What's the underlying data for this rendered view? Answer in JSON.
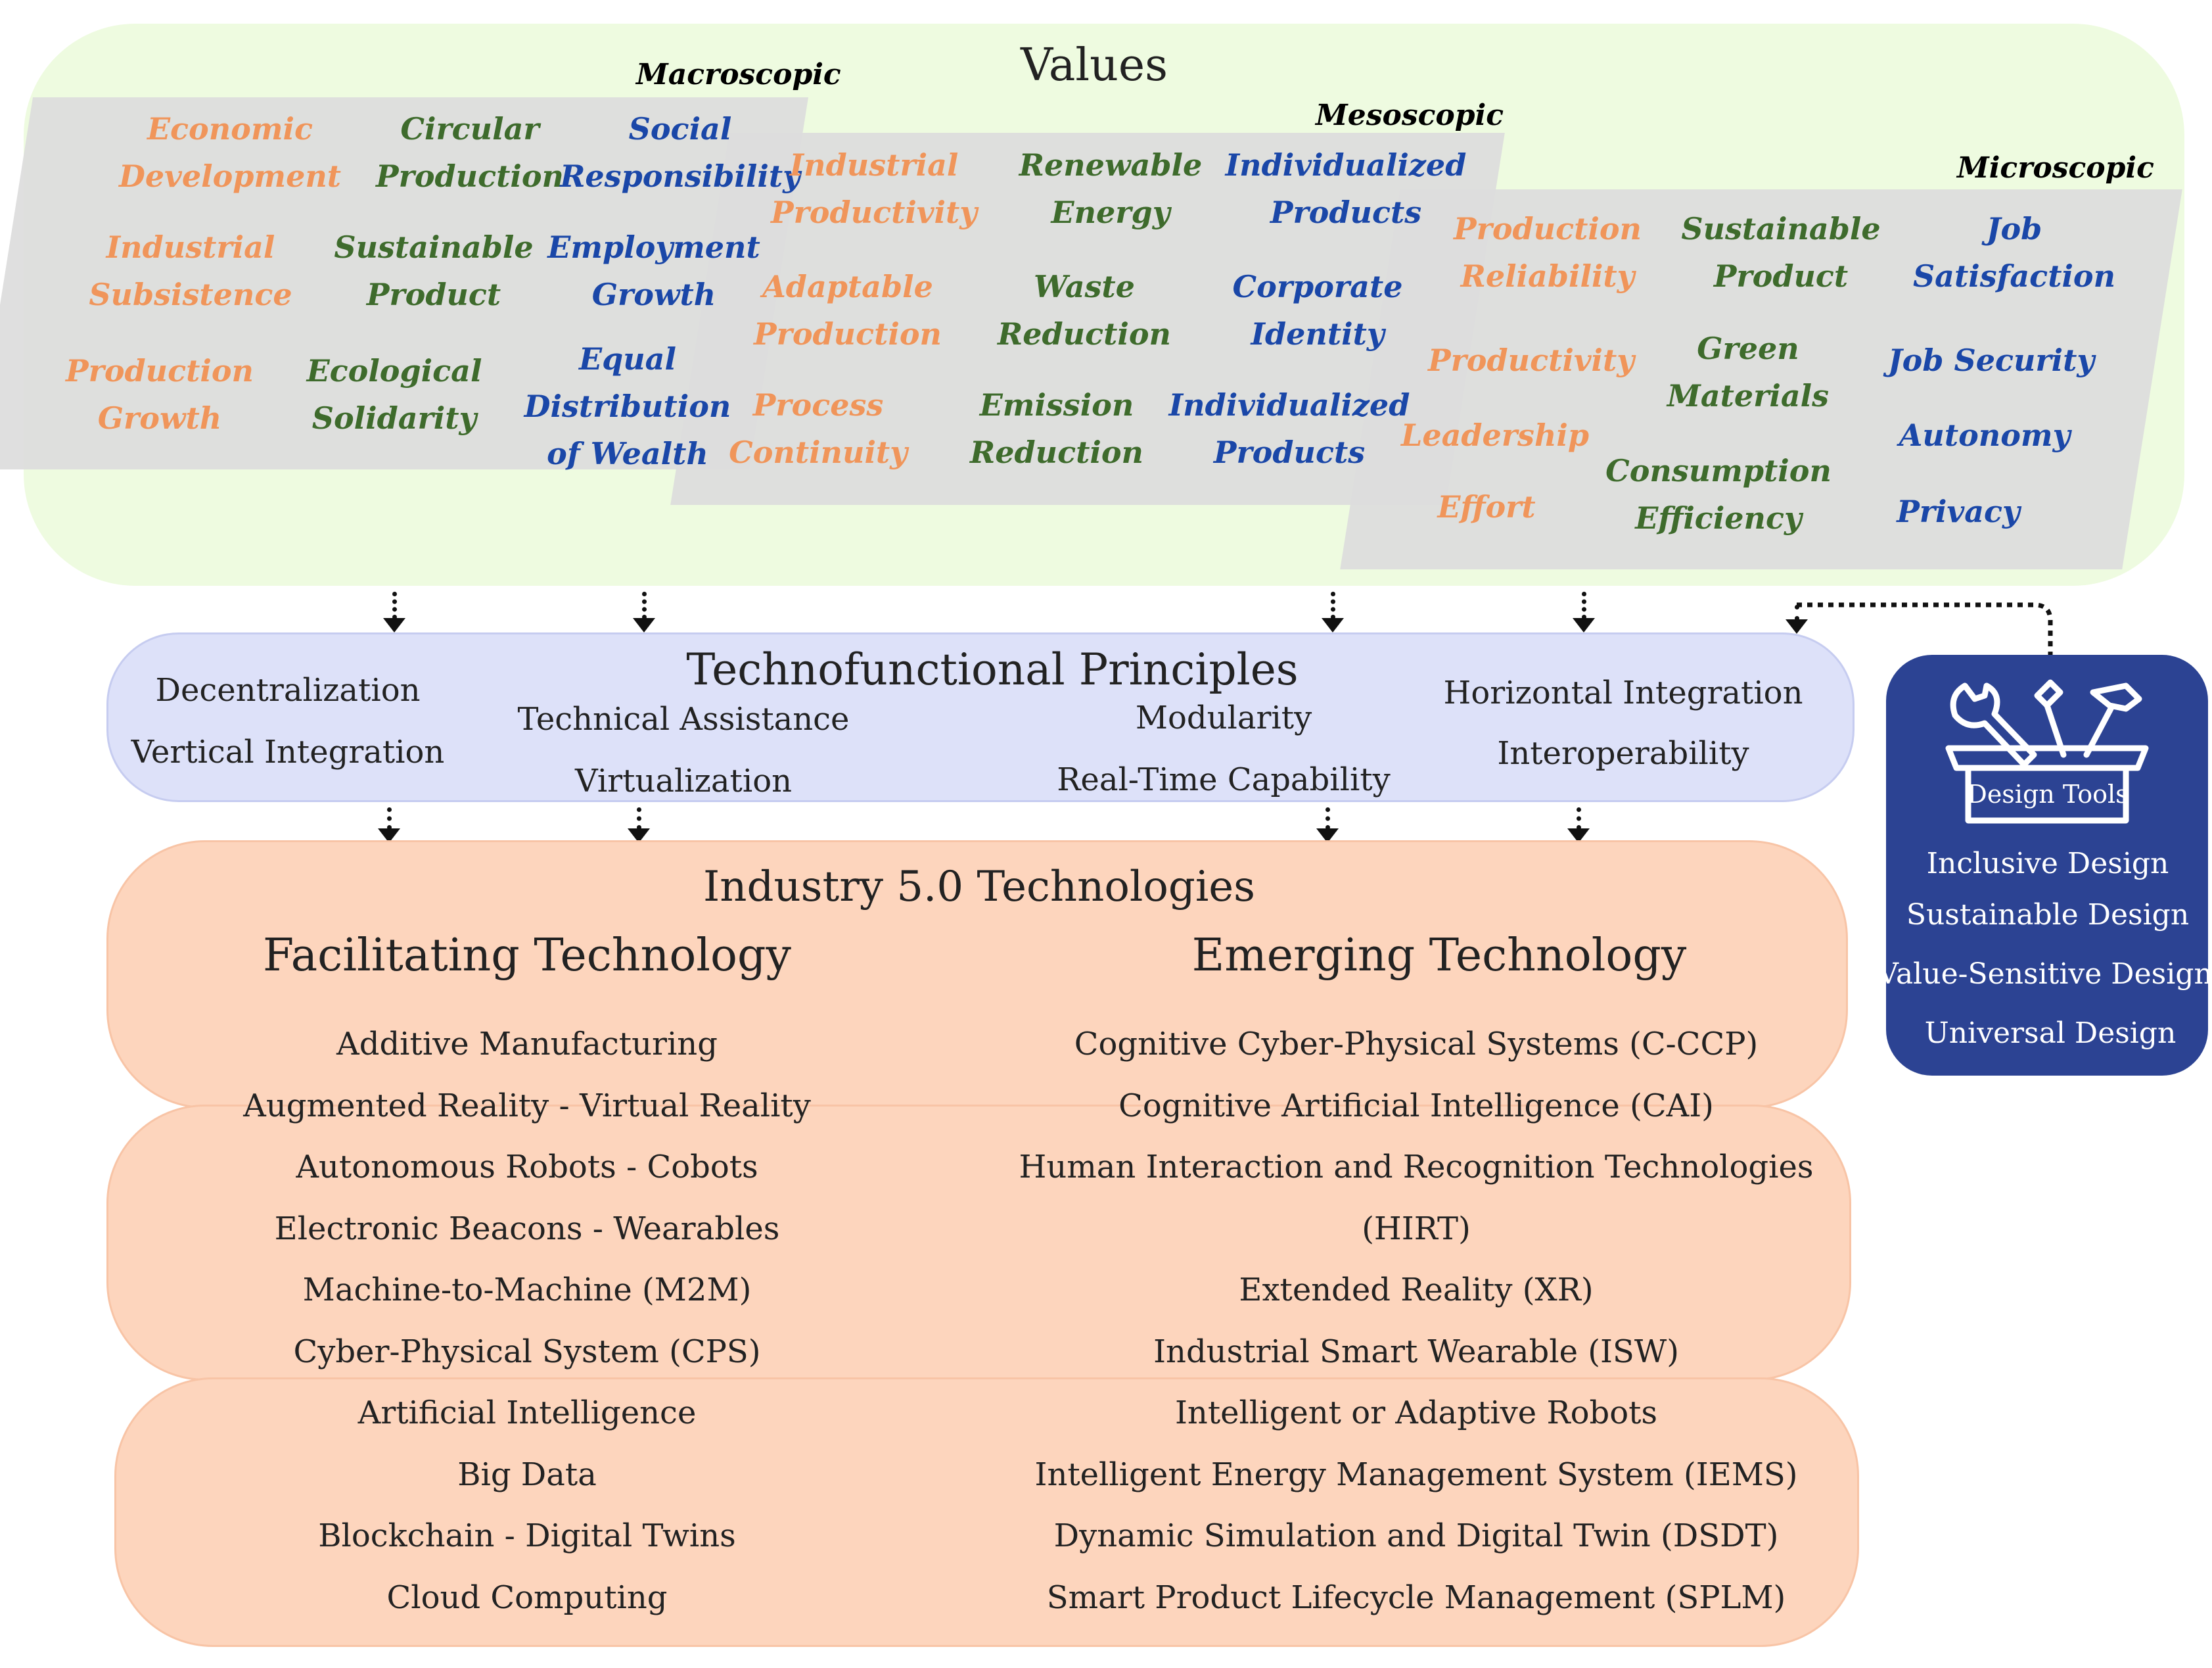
{
  "values": {
    "title": "Values",
    "levels": {
      "macro": "Macroscopic",
      "meso": "Mesoscopic",
      "micro": "Microscopic"
    },
    "macro": [
      {
        "lines": [
          "Economic",
          "Development"
        ],
        "color": "#f0955a"
      },
      {
        "lines": [
          "Circular",
          "Production"
        ],
        "color": "#3e6b2c"
      },
      {
        "lines": [
          "Social",
          "Responsibility"
        ],
        "color": "#1a47a8"
      },
      {
        "lines": [
          "Industrial",
          "Subsistence"
        ],
        "color": "#f0955a"
      },
      {
        "lines": [
          "Sustainable",
          "Product"
        ],
        "color": "#3e6b2c"
      },
      {
        "lines": [
          "Employment",
          "Growth"
        ],
        "color": "#1a47a8"
      },
      {
        "lines": [
          "Production",
          "Growth"
        ],
        "color": "#f0955a"
      },
      {
        "lines": [
          "Ecological",
          "Solidarity"
        ],
        "color": "#3e6b2c"
      },
      {
        "lines": [
          "Equal",
          "Distribution",
          "of Wealth"
        ],
        "color": "#1a47a8"
      }
    ],
    "meso": [
      {
        "lines": [
          "Industrial",
          "Productivity"
        ],
        "color": "#f0955a"
      },
      {
        "lines": [
          "Renewable",
          "Energy"
        ],
        "color": "#3e6b2c"
      },
      {
        "lines": [
          "Individualized",
          "Products"
        ],
        "color": "#1a47a8"
      },
      {
        "lines": [
          "Adaptable",
          "Production"
        ],
        "color": "#f0955a"
      },
      {
        "lines": [
          "Waste",
          "Reduction"
        ],
        "color": "#3e6b2c"
      },
      {
        "lines": [
          "Corporate",
          "Identity"
        ],
        "color": "#1a47a8"
      },
      {
        "lines": [
          "Process",
          "Continuity"
        ],
        "color": "#f0955a"
      },
      {
        "lines": [
          "Emission",
          "Reduction"
        ],
        "color": "#3e6b2c"
      },
      {
        "lines": [
          "Individualized",
          "Products"
        ],
        "color": "#1a47a8"
      }
    ],
    "micro": [
      {
        "lines": [
          "Production",
          "Reliability"
        ],
        "color": "#f0955a"
      },
      {
        "lines": [
          "Sustainable",
          "Product"
        ],
        "color": "#3e6b2c"
      },
      {
        "lines": [
          "Job",
          "Satisfaction"
        ],
        "color": "#1a47a8"
      },
      {
        "lines": [
          "Productivity"
        ],
        "color": "#f0955a"
      },
      {
        "lines": [
          "Green",
          "Materials"
        ],
        "color": "#3e6b2c"
      },
      {
        "lines": [
          "Job Security"
        ],
        "color": "#1a47a8"
      },
      {
        "lines": [
          "Leadership"
        ],
        "color": "#f0955a"
      },
      {
        "lines": [
          "Autonomy"
        ],
        "color": "#1a47a8"
      },
      {
        "lines": [
          "Consumption",
          "Efficiency"
        ],
        "color": "#3e6b2c"
      },
      {
        "lines": [
          "Effort"
        ],
        "color": "#f0955a"
      },
      {
        "lines": [
          "Privacy"
        ],
        "color": "#1a47a8"
      }
    ]
  },
  "principles": {
    "title": "Technofunctional Principles",
    "items": [
      "Decentralization",
      "Vertical Integration",
      "Technical Assistance",
      "Virtualization",
      "Modularity",
      "Real-Time Capability",
      "Horizontal Integration",
      "Interoperability"
    ]
  },
  "technologies": {
    "title": "Industry 5.0 Technologies",
    "facilitating": {
      "heading": "Facilitating Technology",
      "items": [
        "Additive Manufacturing",
        "Augmented Reality  -  Virtual Reality",
        "Autonomous Robots  -  Cobots",
        "Electronic Beacons  -  Wearables",
        "Machine-to-Machine (M2M)",
        "Cyber-Physical System (CPS)",
        "Artificial Intelligence",
        "Big Data",
        "Blockchain  -  Digital Twins",
        "Cloud Computing"
      ]
    },
    "emerging": {
      "heading": "Emerging Technology",
      "items": [
        "Cognitive Cyber-Physical Systems (C-CCP)",
        "Cognitive Artificial Intelligence (CAI)",
        "Human Interaction and Recognition Technologies",
        "(HIRT)",
        "Extended Reality (XR)",
        "Industrial Smart Wearable (ISW)",
        "Intelligent or Adaptive Robots",
        "Intelligent Energy Management System (IEMS)",
        "Dynamic Simulation and Digital Twin (DSDT)",
        "Smart Product Lifecycle Management (SPLM)"
      ]
    }
  },
  "design_tools": {
    "icon": "toolbox-icon",
    "label": "Design Tools",
    "items": [
      "Inclusive Design",
      "Sustainable Design",
      "Value-Sensitive Design",
      "Universal Design"
    ]
  }
}
